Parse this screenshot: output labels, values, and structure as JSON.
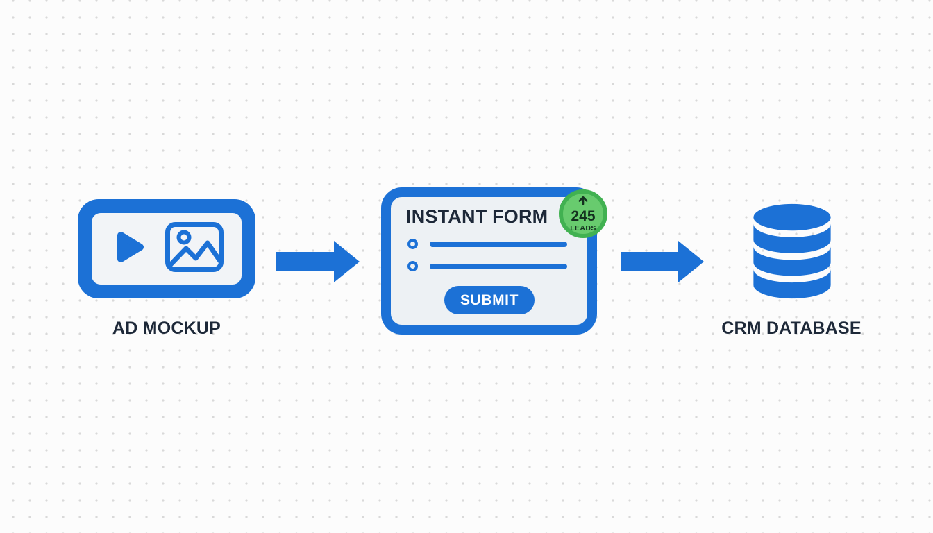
{
  "colors": {
    "accent_blue": "#1c71d6",
    "text_dark": "#1d2838",
    "badge_green_fill": "#68cb6e",
    "badge_green_ring": "#41b151",
    "form_background": "#edf1f4",
    "page_background": "#fcfcfc"
  },
  "flow": {
    "ad_mockup": {
      "label": "AD MOCKUP"
    },
    "instant_form": {
      "title": "INSTANT FORM",
      "submit_label": "SUBMIT",
      "badge": {
        "count": "245",
        "unit": "LEADS",
        "trend": "up"
      }
    },
    "crm_database": {
      "label": "CRM DATABASE"
    }
  }
}
